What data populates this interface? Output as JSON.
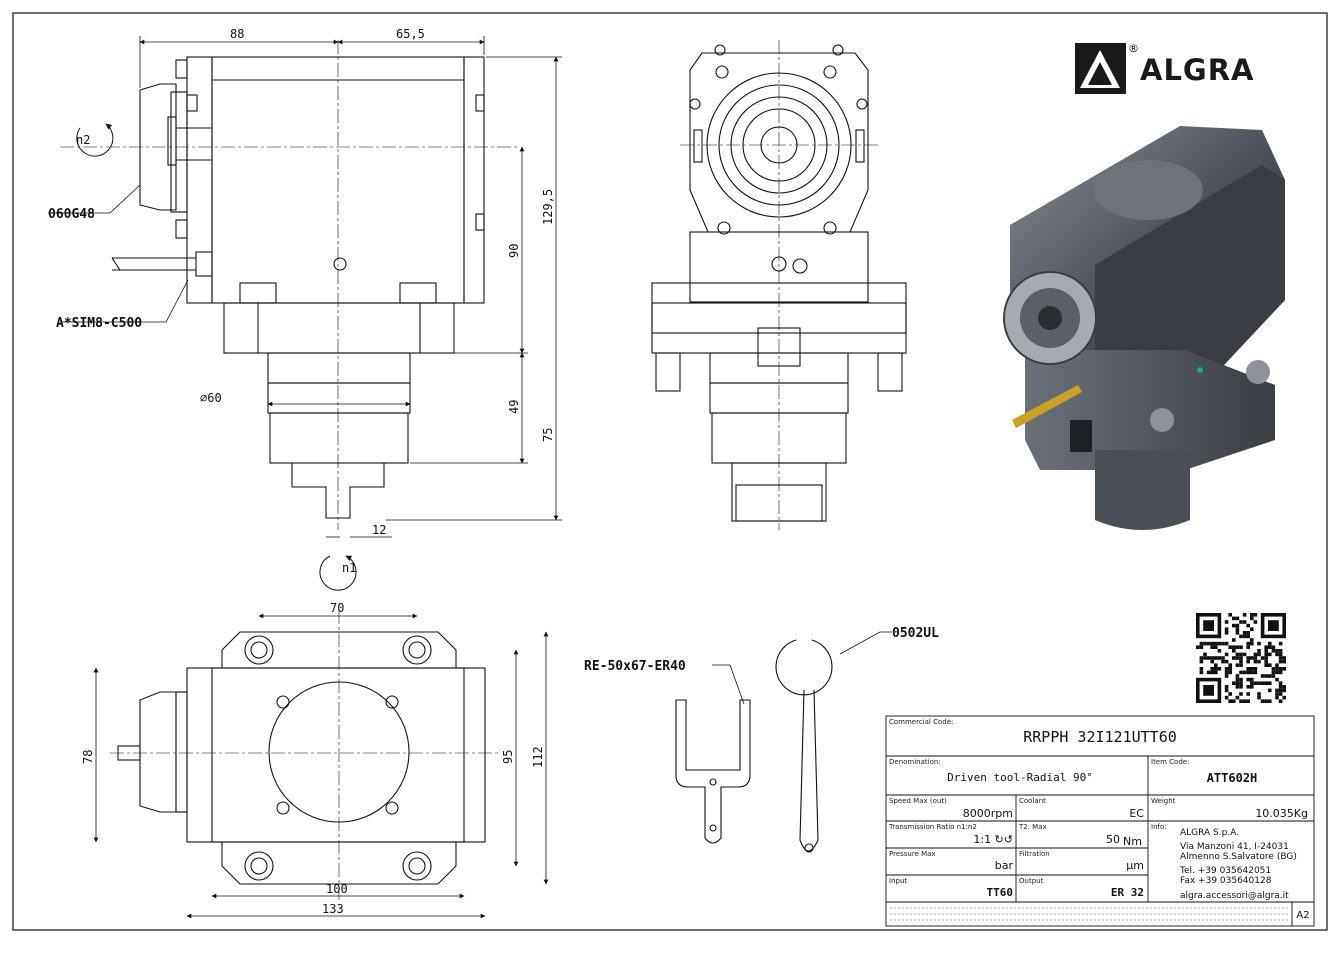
{
  "brand": {
    "name": "ALGRA",
    "registered": "®"
  },
  "dimensions": {
    "side_width_left": "88",
    "side_width_right": "65,5",
    "side_total_height": "129,5",
    "side_upper_height": "90",
    "side_lower_height": "49",
    "side_lower_total": "75",
    "side_diameter": "∅60",
    "side_tang": "12",
    "plan_width_top": "70",
    "plan_height_left": "78",
    "plan_height_inner": "95",
    "plan_height_outer": "112",
    "plan_width_inner": "100",
    "plan_width_outer": "133"
  },
  "rotation": {
    "input": "n2",
    "output": "n1"
  },
  "callouts": {
    "seal": "060G48",
    "coolant_pipe": "A*SIM8-C500",
    "ring_spanner": "0502UL",
    "collet_wrench": "RE-50x67-ER40"
  },
  "title_block": {
    "commercial_code_caption": "Commercial Code:",
    "commercial_code": "RRPPH 32I121UTT60",
    "denomination_caption": "Denomination:",
    "denomination": "Driven tool-Radial 90°",
    "item_code_caption": "Item Code:",
    "item_code": "ATT602H",
    "speed_caption": "Speed Max (out)",
    "speed": "8000rpm",
    "coolant_caption": "Coolant",
    "coolant": "EC",
    "weight_caption": "Weight",
    "weight": "10.035Kg",
    "ratio_caption": "Transmission Ratio n1:n2",
    "ratio": "1:1 ↻↺",
    "torque_caption": "T2. Max",
    "torque_value": "50",
    "torque_unit": "Nm",
    "info_caption": "Info:",
    "pressure_caption": "Pressure Max",
    "pressure": "bar",
    "filtration_caption": "Filtration",
    "filtration": "µm",
    "input_caption": "Input",
    "input": "TT60",
    "output_caption": "Output",
    "output": "ER 32",
    "company": "ALGRA S.p.A.",
    "address1": "Via Manzoni 41, I-24031",
    "address2": "Almenno S.Salvatore (BG)",
    "tel": "Tel. +39 035642051",
    "fax": "Fax +39 035640128",
    "email": "algra.accessori@algra.it",
    "sheet_size": "A2"
  }
}
